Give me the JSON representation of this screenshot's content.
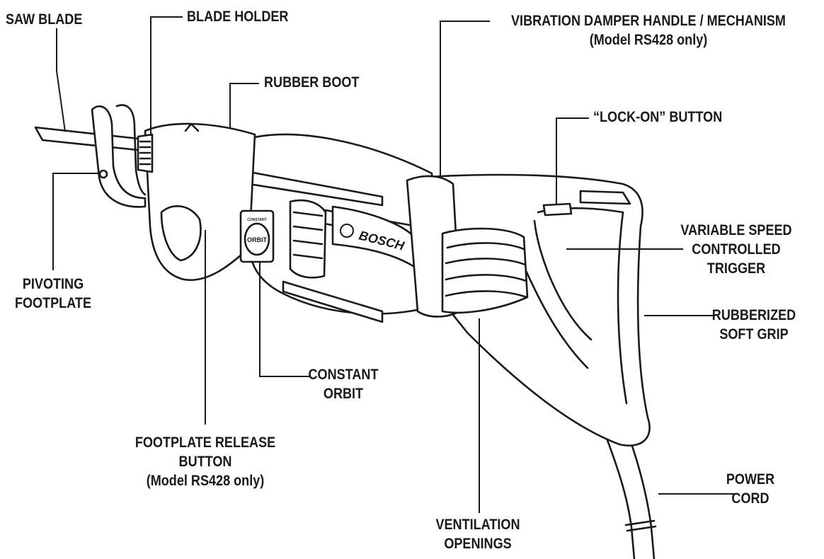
{
  "brand": "BOSCH",
  "orbit_switch": {
    "top_text": "CONSTANT",
    "middle_text": "ORBIT"
  },
  "labels": {
    "saw_blade": "SAW BLADE",
    "blade_holder": "BLADE HOLDER",
    "vibration_damper": "VIBRATION DAMPER HANDLE / MECHANISM",
    "vibration_damper_note": "(Model RS428 only)",
    "rubber_boot": "RUBBER BOOT",
    "lock_on": "“LOCK-ON” BUTTON",
    "variable_speed_1": "VARIABLE SPEED",
    "variable_speed_2": "CONTROLLED",
    "variable_speed_3": "TRIGGER",
    "rubberized_1": "RUBBERIZED",
    "rubberized_2": "SOFT GRIP",
    "pivoting_1": "PIVOTING",
    "pivoting_2": "FOOTPLATE",
    "constant_orbit_1": "CONSTANT",
    "constant_orbit_2": "ORBIT",
    "footplate_release_1": "FOOTPLATE RELEASE",
    "footplate_release_2": "BUTTON",
    "footplate_release_note": "(Model RS428 only)",
    "power_cord_1": "POWER",
    "power_cord_2": "CORD",
    "ventilation_1": "VENTILATION",
    "ventilation_2": "OPENINGS"
  }
}
